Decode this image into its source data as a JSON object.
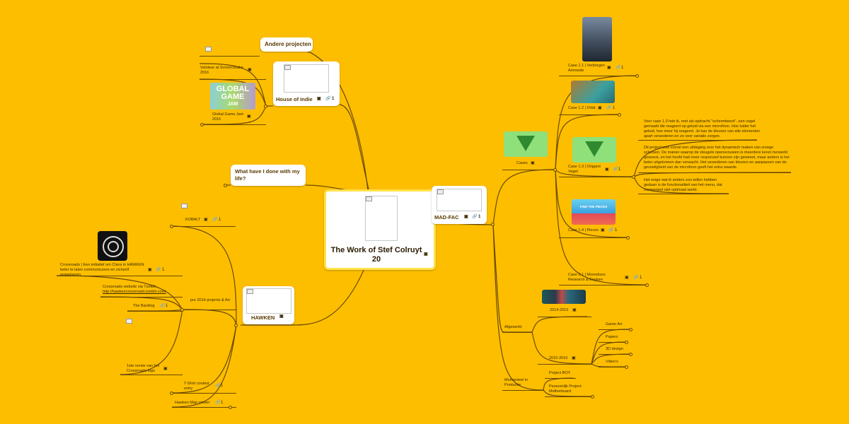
{
  "central": {
    "title": "The Work of Stef Colruyt 20"
  },
  "left": {
    "andere_projecten": "Andere projecten",
    "house_of_indie": {
      "label": "House of Indie",
      "link_count": "1"
    },
    "volunteer": "Volotear at ScreenShake 2016",
    "ggj_logo": {
      "line1": "GLOBAL",
      "line2": "GAME",
      "line3": "JAM"
    },
    "ggj": "Global Game Jam 2016",
    "what_have_i_done": "What have I done with my life?",
    "hawken": {
      "label": "HAWKEN",
      "kobalt": "KOBALT",
      "kobalt_count": "1",
      "crossroads": "Crossroads | Een initiatief om Clans in HAWKEN beter te laten communiceren en zichzelf organiseren.",
      "crossroads_count": "1",
      "crossroads_site": "Crossroads website via Tumblr:",
      "crossroads_url": "http://hawkencrossroads.tumblr.com/",
      "pre2014": "pre 2014 projects & Art",
      "backlog": "The Backlog",
      "backlog_count": "1",
      "logo_version": "1ste versie van het Crossroads logo",
      "tshirt": "T-Shirt contest entry",
      "tshirt_count": "1",
      "map_viewer": "Hawken Map viewer",
      "map_count": "1"
    }
  },
  "right": {
    "madfac": {
      "label": "MAD-FAC",
      "link_count": "1"
    },
    "cases": {
      "label": "Cases",
      "c11": "Case 1.1 | Verborgen Armoede",
      "c11_count": "1",
      "c12": "Case 1.2 | Orbit",
      "c12_count": "1",
      "c13": "Case 1.3 | Origami Vogel",
      "c13_count": "1",
      "c13_note1": "Voor case 1.3 heb ik, met als opdracht \"schermbeest\", een vogel gemaakt die reageert op geluid via een microfoon. Hoe luider het geluid, hoe meer hij reageert. Je kan de kleuren van alle elementen apart veranderen en zo voor variatie zorgen.",
      "c13_note2": "Dit project was vooral een uitdaging voor het dynamisch maken van vroege schetsen. De manier waarop de vleugels opensvouwen is meerdere keren herwerkt geweest, en het hoofd had meer responsief kunnen zijn geweest, maar anders is het beter uitgekomen dan verwacht. Het veranderen van kleuren en aanpassen van de gevoeligheid van de microfoon geeft het extra waarde.",
      "c13_note3": "Het enige wat ik anders zou willen hebben gedaan is de functionaliteit van het menu, dat momenteel niet optimaal werkt.",
      "pieces_img": "FIND THE PIECES",
      "c14": "Case 1.4 | Pieces",
      "c14_count": "1",
      "c21": "Case 2.1 | Moondoos: Research & Explore",
      "c21_count": "1"
    },
    "afgewerkt": {
      "label": "Afgewerkt",
      "y1": "2014-2015",
      "y2": "2015-2016",
      "game_art": "Game Art",
      "papers": "Papers",
      "design3d": "3D design",
      "videos": "Video's"
    },
    "momenteel": {
      "label": "Momenteel in Productie",
      "project_boy": "Project BOY",
      "persoonlijk": "Persoonlijk Project: Motherboard"
    }
  },
  "colors": {
    "background": "#fdbe00",
    "line": "#6b4a00",
    "card": "#ffffff",
    "central_border": "#ffe14a"
  }
}
